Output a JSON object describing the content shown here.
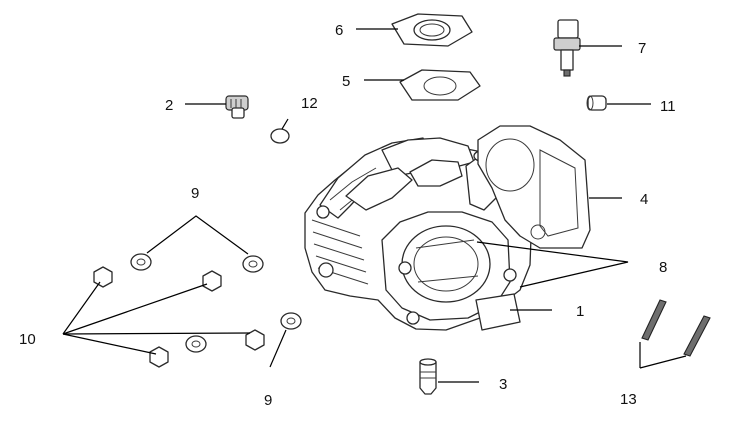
{
  "callouts": [
    {
      "id": "1",
      "text": "1"
    },
    {
      "id": "2",
      "text": "2"
    },
    {
      "id": "3",
      "text": "3"
    },
    {
      "id": "4",
      "text": "4"
    },
    {
      "id": "5",
      "text": "5"
    },
    {
      "id": "6",
      "text": "6"
    },
    {
      "id": "7",
      "text": "7"
    },
    {
      "id": "8",
      "text": "8"
    },
    {
      "id": "9a",
      "text": "9"
    },
    {
      "id": "9b",
      "text": "9"
    },
    {
      "id": "10",
      "text": "10"
    },
    {
      "id": "11",
      "text": "11"
    },
    {
      "id": "12",
      "text": "12"
    },
    {
      "id": "13",
      "text": "13"
    }
  ]
}
